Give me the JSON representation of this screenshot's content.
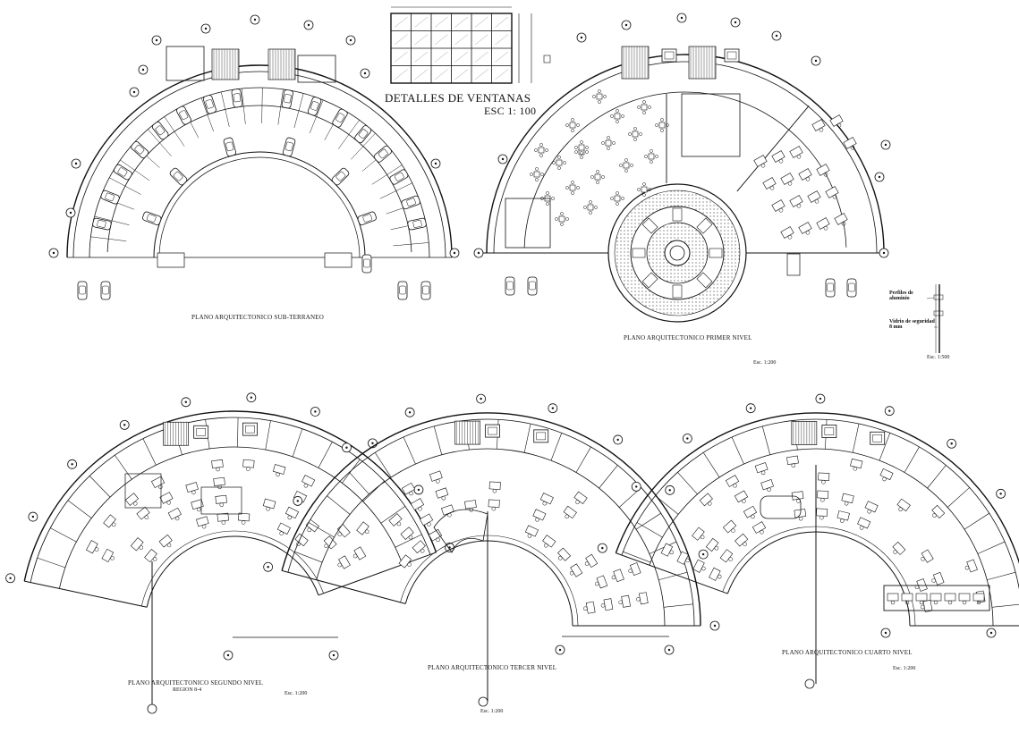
{
  "sheet": {
    "window_detail_title": "DETALLES DE VENTANAS",
    "window_detail_scale": "ESC  1: 100",
    "profile_label_1": "Perfiles de aluminio",
    "profile_label_2": "Vidrio de seguridad 8 mm",
    "profile_scale": "Esc. 1:500"
  },
  "plans": {
    "subterraneo": {
      "title": "PLANO ARQUITECTONICO  SUB-TERRANEO"
    },
    "primer": {
      "title": "PLANO ARQUITECTONICO  PRIMER NIVEL",
      "scale": "Esc. 1:200"
    },
    "segundo": {
      "title": "PLANO ARQUITECTONICO  SEGUNDO NIVEL",
      "subtitle": "REGION 8-4",
      "scale": "Esc. 1:200"
    },
    "tercer": {
      "title": "PLANO ARQUITECTONICO  TERCER NIVEL",
      "scale": "Esc. 1:200"
    },
    "cuarto": {
      "title": "PLANO ARQUITECTONICO  CUARTO NIVEL",
      "scale": "Esc. 1:200"
    }
  },
  "colors": {
    "line": "#111111",
    "hatch": "#555555",
    "paper": "#ffffff"
  }
}
